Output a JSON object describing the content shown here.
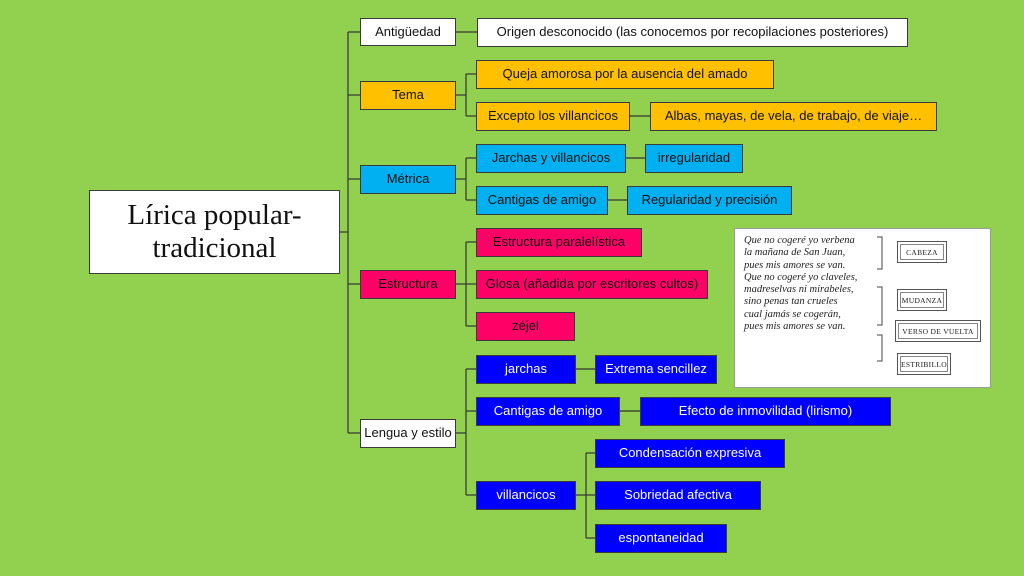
{
  "root": {
    "label": "Lírica popular-tradicional"
  },
  "categories": {
    "antiguedad": "Antigüedad",
    "tema": "Tema",
    "metrica": "Métrica",
    "estructura": "Estructura",
    "lengua": "Lengua y estilo"
  },
  "nodes": {
    "origen": "Origen desconocido (las conocemos por recopilaciones posteriores)",
    "queja": "Queja amorosa por la ausencia del amado",
    "excepto": "Excepto los villancicos",
    "albas": "Albas, mayas, de vela, de trabajo, de viaje…",
    "jarchas_villancicos": "Jarchas y villancicos",
    "irregularidad": "irregularidad",
    "cantigas_metrica": "Cantigas de amigo",
    "regularidad": "Regularidad y precisión",
    "paralelistica": "Estructura paralelística",
    "glosa": "Glosa (añadida por escritores cultos)",
    "zejel": "zéjel",
    "jarchas": "jarchas",
    "sencillez": "Extrema sencillez",
    "cantigas_lengua": "Cantigas de amigo",
    "inmovilidad": "Efecto de inmovilidad (lirismo)",
    "villancicos": "villancicos",
    "condensacion": "Condensación expresiva",
    "sobriedad": "Sobriedad afectiva",
    "espontaneidad": "espontaneidad"
  },
  "poem": {
    "lines": [
      "Que no cogeré yo verbena",
      "la mañana de San Juan,",
      "pues mis amores se van.",
      "Que no cogeré yo claveles,",
      "madreselvas ni mirabeles,",
      "sino penas tan crueles",
      "cual jamás se cogerán,",
      "pues mis amores se van."
    ],
    "tags": [
      "CABEZA",
      "MUDANZA",
      "VERSO DE VUELTA",
      "ESTRIBILLO"
    ]
  },
  "colors": {
    "background": "#92d050",
    "orange": "#ffc000",
    "cyan": "#00b0f0",
    "pink": "#ff0066",
    "blue": "#0000ff"
  }
}
